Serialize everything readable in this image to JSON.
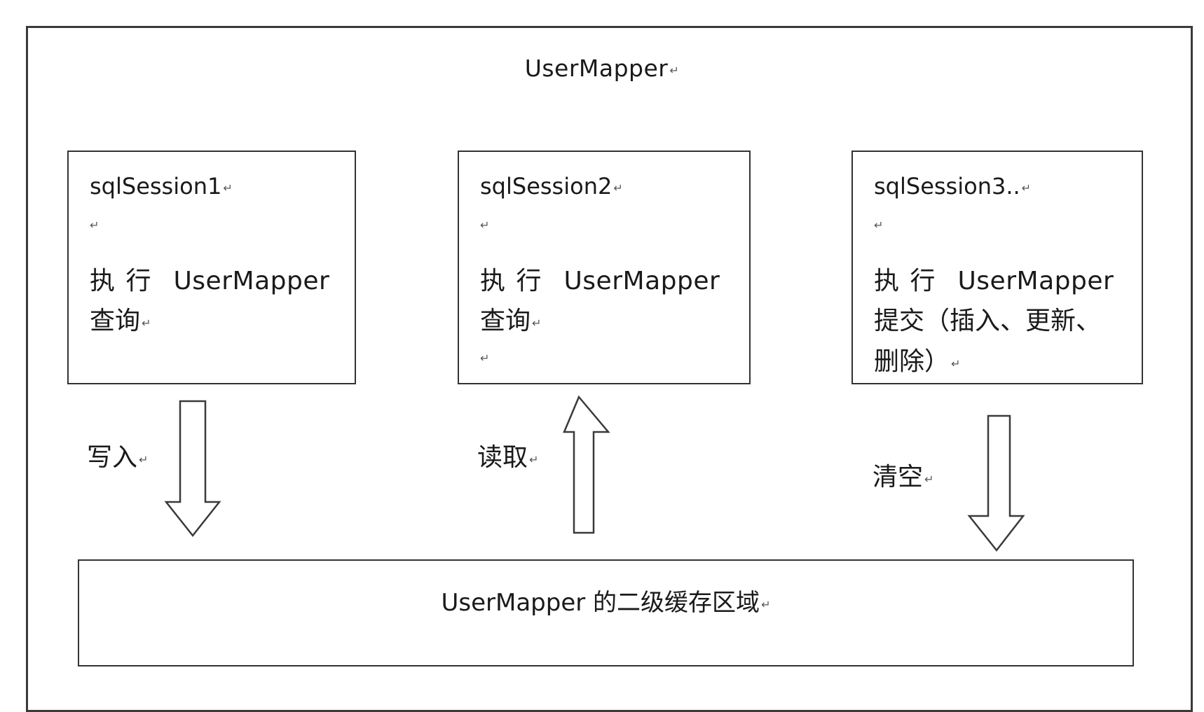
{
  "return_mark": "↵",
  "diagram": {
    "title": "UserMapper",
    "sessions": [
      {
        "name": "sqlSession1",
        "action_verb": "执 行",
        "action_target": "UserMapper",
        "action_line2": "查询"
      },
      {
        "name": "sqlSession2",
        "action_verb": "执 行",
        "action_target": "UserMapper",
        "action_line2": "查询"
      },
      {
        "name": "sqlSession3..",
        "action_verb": "执 行",
        "action_target": "UserMapper",
        "action_line2": "提交（插入、更新、",
        "action_line3": "删除）"
      }
    ],
    "arrows": [
      {
        "label": "写入",
        "direction": "down"
      },
      {
        "label": "读取",
        "direction": "up"
      },
      {
        "label": "清空",
        "direction": "down"
      }
    ],
    "cache_area_label": "UserMapper 的二级缓存区域"
  }
}
